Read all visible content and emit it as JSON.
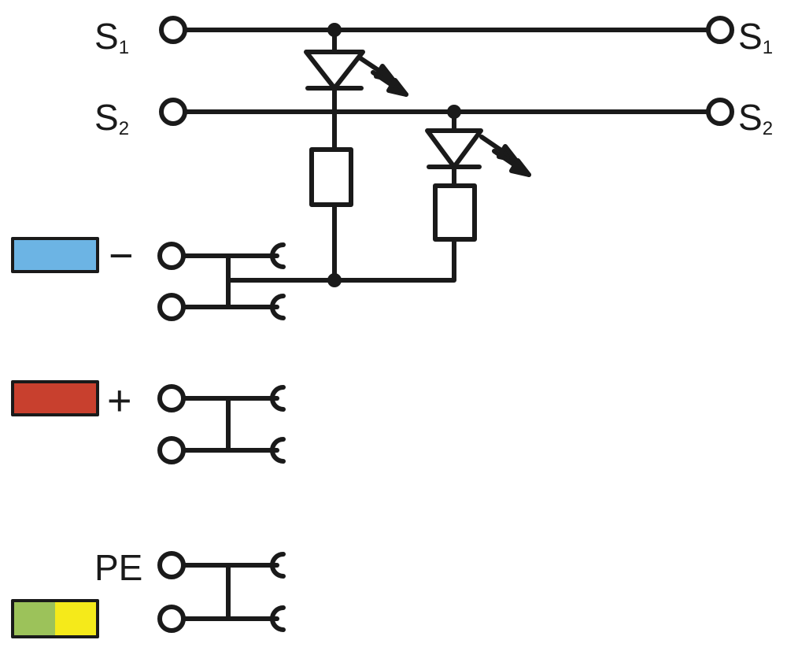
{
  "signals": {
    "s1": {
      "letter": "S",
      "sub": "1"
    },
    "s2": {
      "letter": "S",
      "sub": "2"
    }
  },
  "potentials": {
    "minus": {
      "symbol": "−"
    },
    "plus": {
      "symbol": "+"
    },
    "pe": {
      "label": "PE"
    }
  },
  "colors": {
    "line": "#1a1a1a",
    "minus_marker": "#6cb4e4",
    "plus_marker": "#c8402e",
    "pe_marker_left": "#9cc25a",
    "pe_marker_right": "#f5ea1a"
  },
  "components": [
    "led-1",
    "resistor-1",
    "led-2",
    "resistor-2"
  ]
}
